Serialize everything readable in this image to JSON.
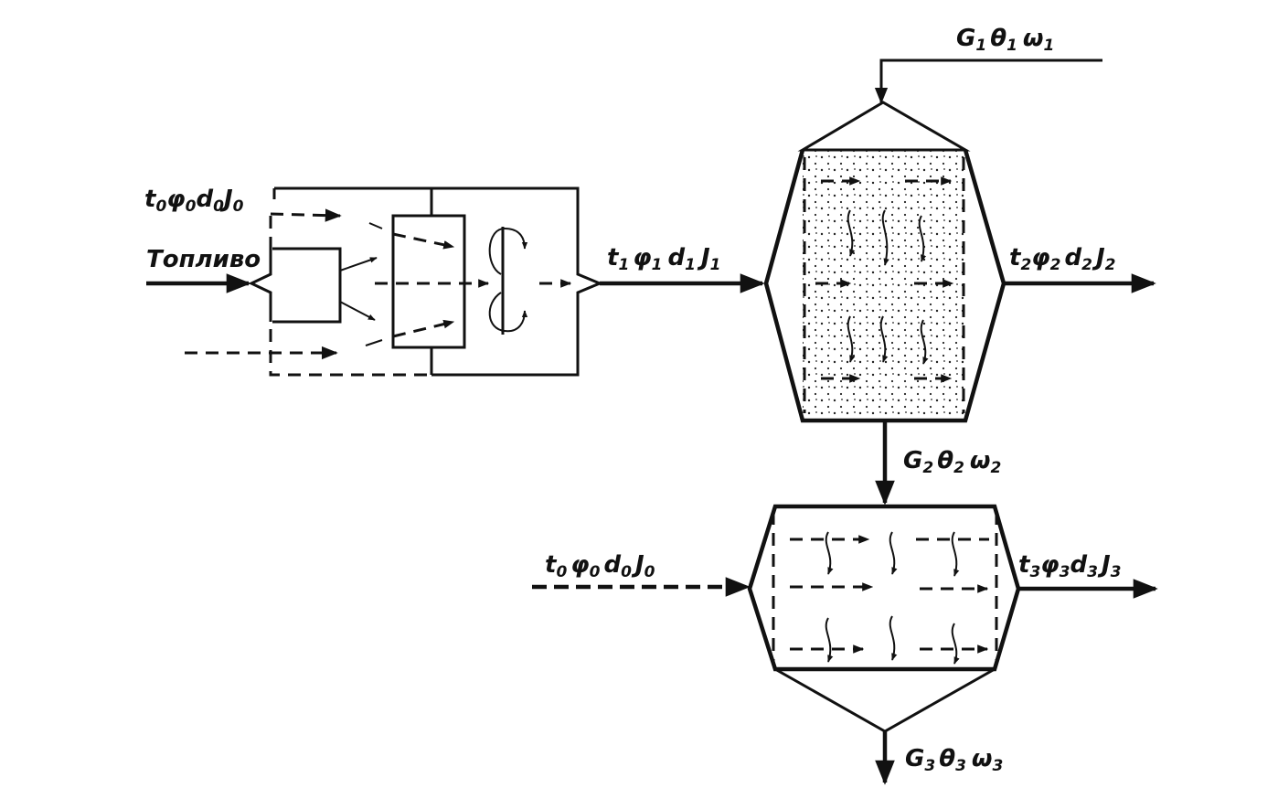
{
  "labels": {
    "fuel": "Топливо",
    "dryer_air_in": {
      "t": "t",
      "ts": "0",
      "phi": "φ",
      "phis": "0",
      "d": "d",
      "ds": "0",
      "J": "J",
      "Js": "0"
    },
    "heater_out": {
      "t": "t",
      "ts": "1",
      "phi": "φ",
      "phis": "1",
      "d": "d",
      "ds": "1",
      "J": "J",
      "Js": "1"
    },
    "dryer_out": {
      "t": "t",
      "ts": "2",
      "phi": "φ",
      "phis": "2",
      "d": "d",
      "ds": "2",
      "J": "J",
      "Js": "2"
    },
    "cooler_air_in": {
      "t": "t",
      "ts": "0",
      "phi": "φ",
      "phis": "0",
      "d": "d",
      "ds": "0",
      "J": "J",
      "Js": "0"
    },
    "cooler_out": {
      "t": "t",
      "ts": "3",
      "phi": "φ",
      "phis": "3",
      "d": "d",
      "ds": "3",
      "J": "J",
      "Js": "3"
    },
    "material_in": {
      "G": "G",
      "Gs": "1",
      "th": "θ",
      "ths": "1",
      "w": "ω",
      "ws": "1"
    },
    "material_mid": {
      "G": "G",
      "Gs": "2",
      "th": "θ",
      "ths": "2",
      "w": "ω",
      "ws": "2"
    },
    "material_out": {
      "G": "G",
      "Gs": "3",
      "th": "θ",
      "ths": "3",
      "w": "ω",
      "ws": "3"
    }
  },
  "colors": {
    "ink": "#111111",
    "paper": "#ffffff"
  }
}
